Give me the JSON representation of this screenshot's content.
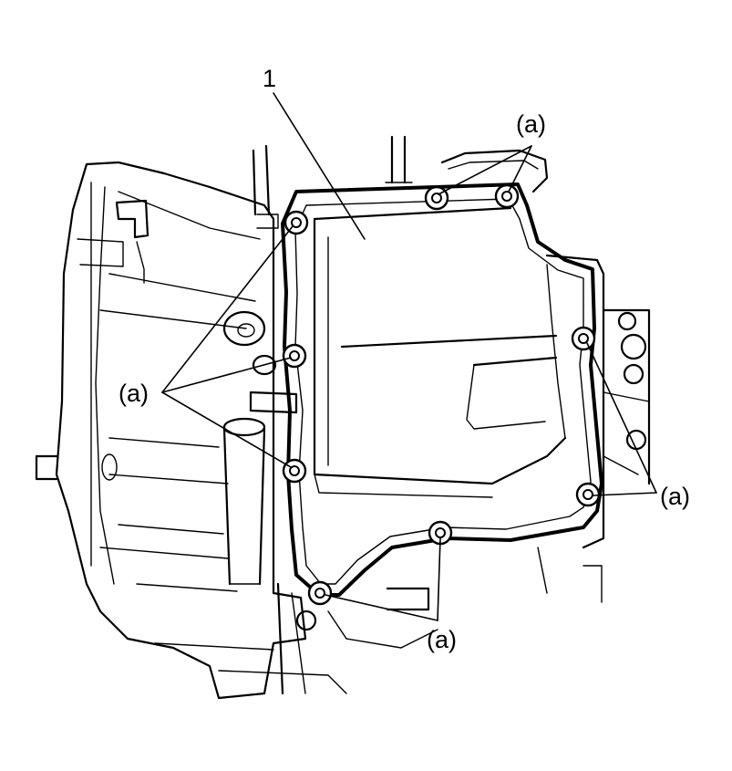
{
  "figure": {
    "part_label": "1",
    "bolt_label": "(a)",
    "callouts": [
      {
        "name": "callout-top-right"
      },
      {
        "name": "callout-left"
      },
      {
        "name": "callout-right"
      },
      {
        "name": "callout-bottom"
      }
    ]
  }
}
